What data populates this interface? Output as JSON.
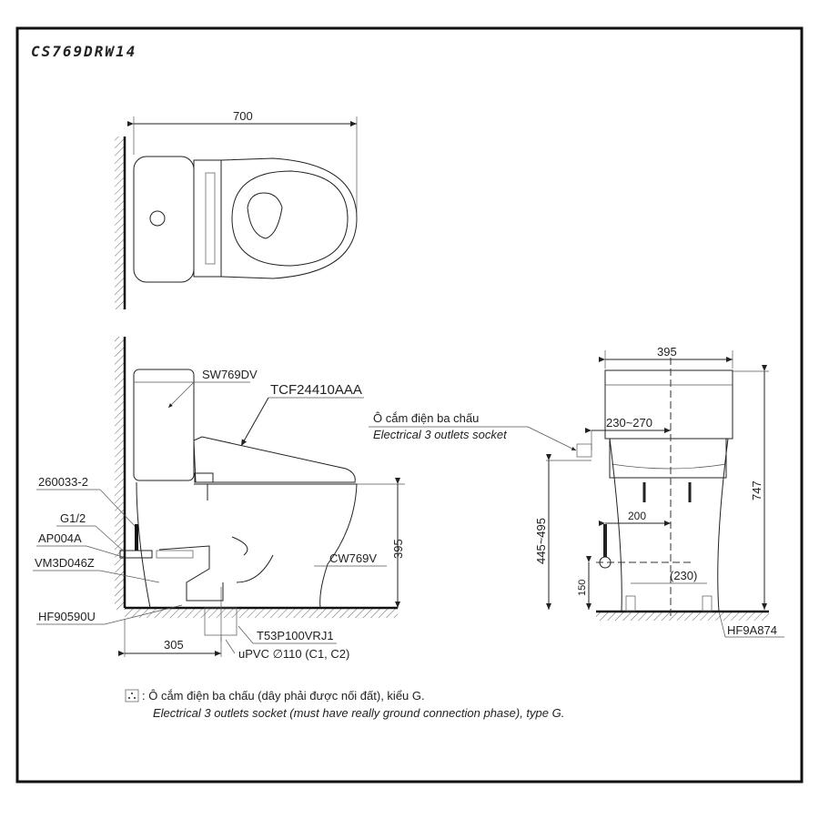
{
  "title": "CS769DRW14",
  "top_view": {
    "width_dim": "700"
  },
  "side_view": {
    "labels": {
      "tank": "SW769DV",
      "seat": "TCF24410AAA",
      "part_260033": "260033-2",
      "g12": "G1/2",
      "ap004a": "AP004A",
      "vm3d046z": "VM3D046Z",
      "hf90590u": "HF90590U",
      "bowl": "CW769V",
      "t53p": "T53P100VRJ1",
      "upvc": "uPVC ∅110 (C1, C2)"
    },
    "dims": {
      "height": "395",
      "rough_in": "305"
    }
  },
  "socket_label": {
    "vi": "Ô cắm điện ba chấu",
    "en": "Electrical 3 outlets socket"
  },
  "front_view": {
    "dims": {
      "width": "395",
      "height": "747",
      "socket_height": "445~495",
      "socket_offset": "230~270",
      "supply_offset": "200",
      "supply_height": "150",
      "bolt_spacing": "(230)"
    },
    "labels": {
      "hf9a874": "HF9A874"
    }
  },
  "footnote": {
    "vi": ": Ô cắm điện ba chấu (dây phải được nối đất), kiểu G.",
    "en": "Electrical 3 outlets socket (must have really ground connection phase), type G."
  }
}
